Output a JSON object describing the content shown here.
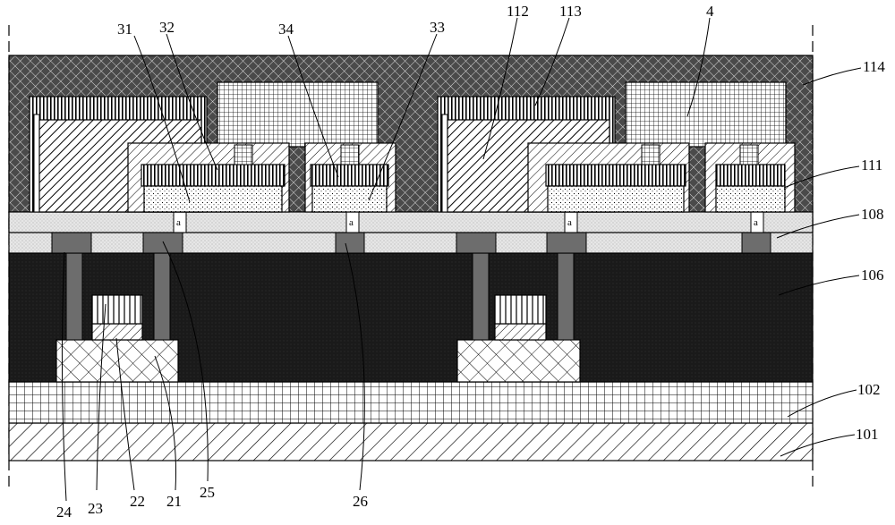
{
  "figure": {
    "labels": {
      "l114": "114",
      "l111": "111",
      "l108": "108",
      "l106": "106",
      "l102": "102",
      "l101": "101",
      "l31": "31",
      "l32": "32",
      "l34": "34",
      "l33": "33",
      "l112": "112",
      "l113": "113",
      "l4": "4",
      "l24": "24",
      "l23": "23",
      "l22": "22",
      "l21": "21",
      "l25": "25",
      "l26": "26",
      "gap_mark": "a"
    },
    "colors": {
      "background": "#ffffff",
      "line": "#000000",
      "encapsulation": "#5a5a5a",
      "planar": "#e4e4e4",
      "dielectric": "#1a1a1a",
      "via": "#6d6d6d"
    }
  }
}
